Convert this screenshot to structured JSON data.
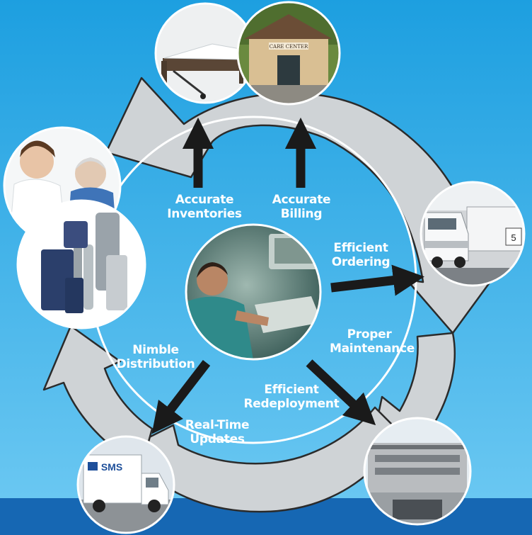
{
  "colors": {
    "sky_top": "#1d9fe0",
    "sky_bottom": "#6fcaf3",
    "ground": "#1667b3",
    "cycle_arrow": "#cfd3d6",
    "cycle_outline": "#2b2b2b",
    "arrow": "#1a1a1a",
    "label_text": "#ffffff"
  },
  "photos": {
    "hospital_bed": "hospital-bed-photo",
    "care_center": "care-center-building-photo",
    "sign_text": "CARE CENTER",
    "nurse_and_patient": "nurse-and-patient-photo",
    "medical_equipment": "oxygen-concentrators-photo",
    "truck_at_dock": "truck-at-loading-dock-photo",
    "dock_number": "5",
    "center_operator": "operator-with-headset-photo",
    "sms_truck": "sms-delivery-truck-photo",
    "truck_logo": "SMS",
    "warehouse": "warehouse-building-photo"
  },
  "labels": {
    "accurate_inventories": [
      "Accurate",
      "Inventories"
    ],
    "accurate_billing": [
      "Accurate",
      "Billing"
    ],
    "efficient_ordering": [
      "Efficient",
      "Ordering"
    ],
    "proper_maintenance": [
      "Proper",
      "Maintenance"
    ],
    "efficient_redeployment": [
      "Efficient",
      "Redeployment"
    ],
    "nimble_distribution": [
      "Nimble",
      "Distribution"
    ],
    "real_time_updates": [
      "Real-Time",
      "Updates"
    ]
  }
}
